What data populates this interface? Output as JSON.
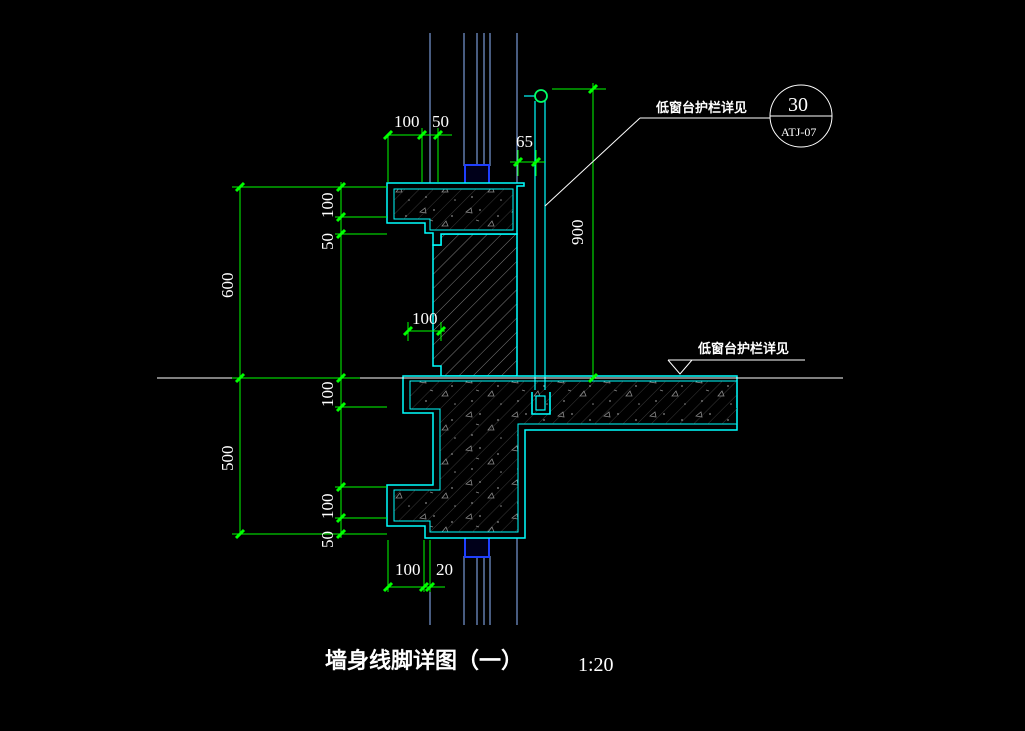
{
  "drawing": {
    "title": "墙身线脚详图（一）",
    "scale": "1:20",
    "note_top": "低窗台护栏详见",
    "note_floor": "低窗台护栏详见",
    "callout": {
      "number": "30",
      "ref": "ATJ-07"
    }
  },
  "dimensions": {
    "top_width_1": "100",
    "top_width_2": "50",
    "rail_offset": "65",
    "rail_height": "900",
    "left_600": "600",
    "left_500": "500",
    "upper_cornice_100": "100",
    "upper_cornice_50": "50",
    "mid_recess_100": "100",
    "floor_band_100": "100",
    "lower_cornice_100": "100",
    "lower_cornice_50": "50",
    "bottom_width_1": "100",
    "bottom_width_2": "20"
  },
  "colors": {
    "background": "#000000",
    "outline": "#00ffff",
    "dimension": "#00ff00",
    "wall_line": "#8fb8ff",
    "hatch": "#7f7f7f",
    "window_block": "#1f3fff",
    "text": "#ffffff"
  }
}
